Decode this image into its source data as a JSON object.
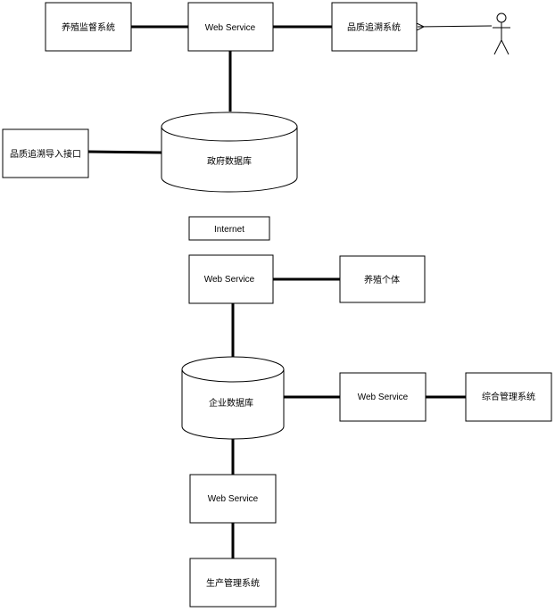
{
  "nodes": {
    "yangzhi_jiandu": "养殖监督系统",
    "ws_top": "Web Service",
    "pinzhi_zhuisu": "品质追溯系统",
    "pinzhi_import": "品质追溯导入接口",
    "gov_db": "政府数据库",
    "internet": "Internet",
    "ws_mid": "Web Service",
    "yangzhi_geti": "养殖个体",
    "ent_db": "企业数据库",
    "ws_right": "Web Service",
    "zonghe": "综合管理系统",
    "ws_bottom": "Web Service",
    "shengchan": "生产管理系统"
  },
  "actor": {
    "icon": "stick-figure-icon"
  },
  "colors": {
    "stroke": "#000000",
    "fill": "#ffffff"
  }
}
